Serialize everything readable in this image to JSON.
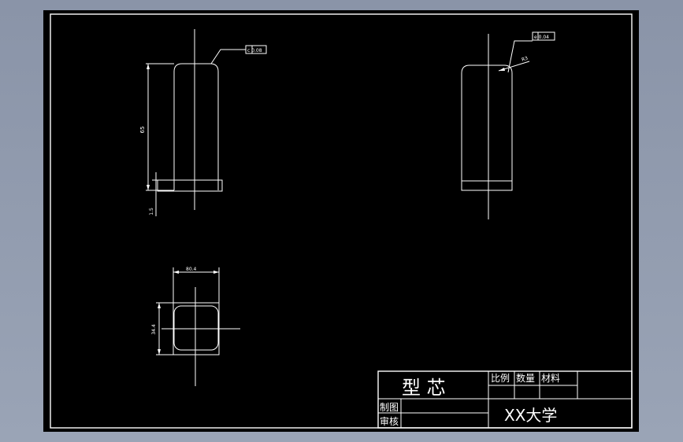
{
  "drawing": {
    "title": "型  芯",
    "institution": "XX大学",
    "tolerances": {
      "top_left": "c 0.08",
      "top_right": "e 0.04",
      "radius_label": "R3"
    },
    "dimensions": {
      "front_height": "65",
      "base_height": "1.5",
      "plan_width": "80.4",
      "plan_depth": "34.4"
    },
    "title_block": {
      "scale": "比例",
      "quantity": "数量",
      "material": "材料",
      "drawn_by": "制图",
      "checked_by": "审核"
    }
  }
}
